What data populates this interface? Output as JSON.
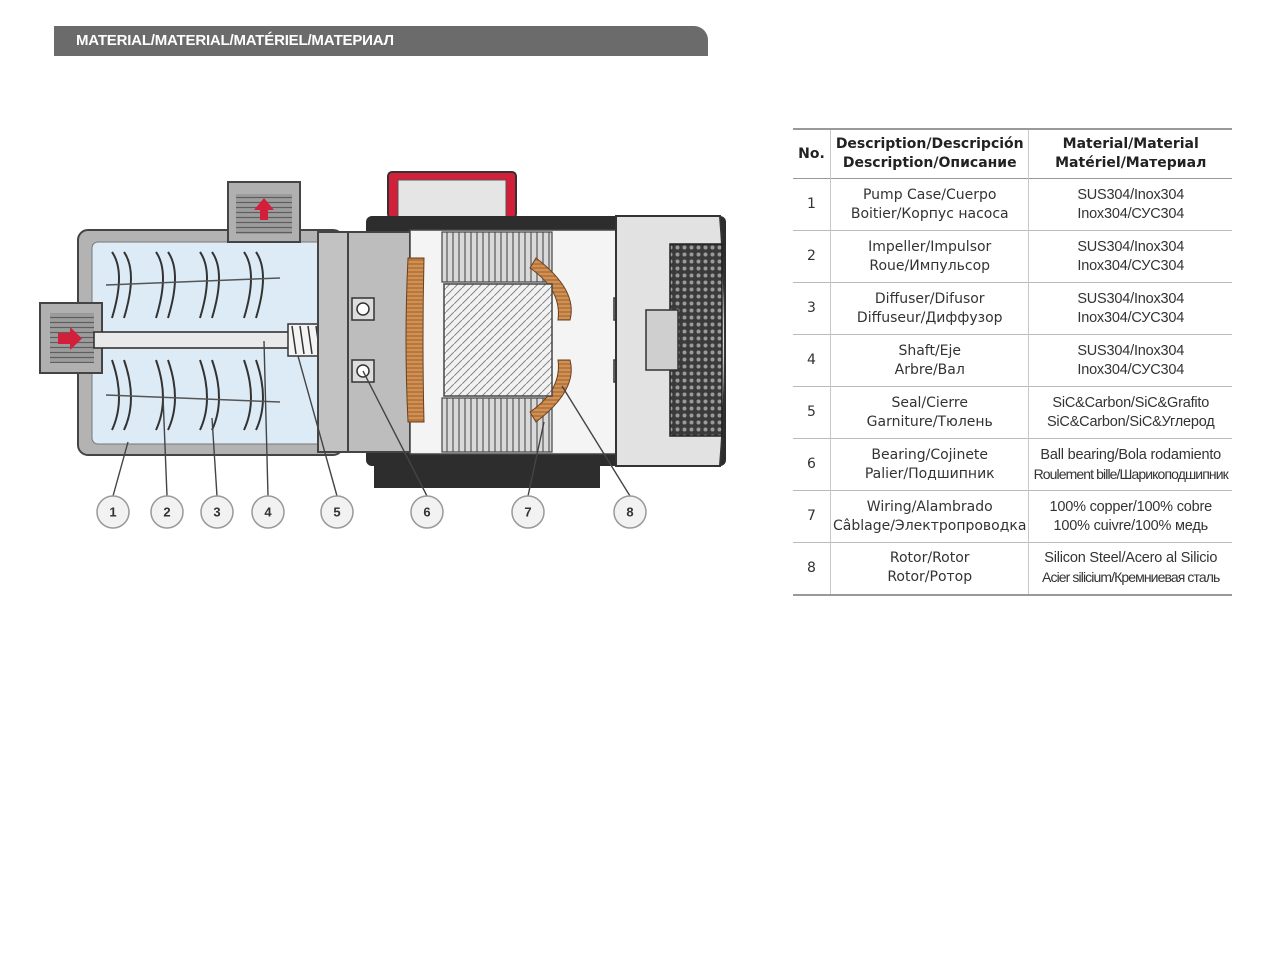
{
  "header": {
    "title": "MATERIAL/MATERIAL/MATÉRIEL/МАТЕРИАЛ"
  },
  "diagram": {
    "callouts": [
      "1",
      "2",
      "3",
      "4",
      "5",
      "6",
      "7",
      "8"
    ],
    "colors": {
      "accent": "#d2203a",
      "water": "#dcebf6",
      "casing": "#b8b8b8",
      "dark": "#2a2a2a",
      "copper": "#c98a4a"
    }
  },
  "table": {
    "headers": {
      "no": "No.",
      "description": [
        "Description/Descripción",
        "Description/Описание"
      ],
      "material": [
        "Material/Material",
        "Matériel/Материал"
      ]
    },
    "rows": [
      {
        "no": "1",
        "desc": [
          "Pump Case/Cuerpo",
          "Boitier/Корпус насоса"
        ],
        "mat": [
          "SUS304/Inox304",
          "Inox304/СУС304"
        ]
      },
      {
        "no": "2",
        "desc": [
          "Impeller/Impulsor",
          "Roue/Импульсор"
        ],
        "mat": [
          "SUS304/Inox304",
          "Inox304/СУС304"
        ]
      },
      {
        "no": "3",
        "desc": [
          "Diffuser/Difusor",
          "Diffuseur/Диффузор"
        ],
        "mat": [
          "SUS304/Inox304",
          "Inox304/СУС304"
        ]
      },
      {
        "no": "4",
        "desc": [
          "Shaft/Eje",
          "Arbre/Вал"
        ],
        "mat": [
          "SUS304/Inox304",
          "Inox304/СУС304"
        ]
      },
      {
        "no": "5",
        "desc": [
          "Seal/Cierre",
          "Garniture/Тюлень"
        ],
        "mat": [
          "SiC&Carbon/SiC&Grafito",
          "SiC&Carbon/SiC&Углерод"
        ]
      },
      {
        "no": "6",
        "desc": [
          "Bearing/Cojinete",
          "Palier/Подшипник"
        ],
        "mat": [
          "Ball bearing/Bola rodamiento",
          "Roulement bille/Шарикоподшипник"
        ]
      },
      {
        "no": "7",
        "desc": [
          "Wiring/Alambrado",
          "Câblage/Электропроводка"
        ],
        "mat": [
          "100% copper/100% cobre",
          "100% cuivre/100% медь"
        ]
      },
      {
        "no": "8",
        "desc": [
          "Rotor/Rotor",
          "Rotor/Ротор"
        ],
        "mat": [
          "Silicon Steel/Acero al Silicio",
          "Acier silicium/Кремниевая сталь"
        ]
      }
    ]
  }
}
